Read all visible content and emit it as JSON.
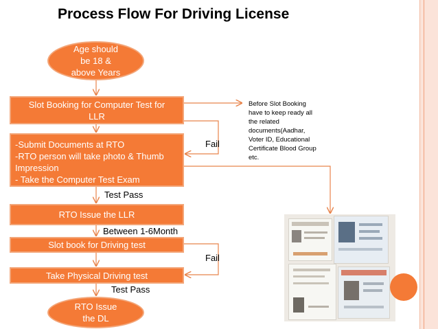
{
  "title": "Process Flow For Driving License",
  "start": [
    "Age should",
    "be 18 &",
    "above Years"
  ],
  "steps": {
    "slot_booking": [
      "Slot Booking for Computer Test for",
      "LLR"
    ],
    "submit": [
      "-Submit Documents at RTO",
      "-RTO person will take photo & Thumb",
      "Impression",
      "- Take the Computer Test Exam"
    ],
    "rto_issue_llr": "RTO Issue the LLR",
    "slot_driving": "Slot book for Driving test",
    "physical_test": "Take Physical Driving test"
  },
  "end": [
    "RTO Issue",
    "the DL"
  ],
  "labels": {
    "test_pass_1": "Test Pass",
    "between": "Between 1-6Month",
    "fail_1": "Fail",
    "fail_2": "Fail",
    "test_pass_2": "Test Pass"
  },
  "note": [
    "Before Slot Booking",
    "have to keep ready all",
    "the related",
    "documents(Aadhar,",
    "Voter ID, Educational",
    "Certificate Blood Group",
    "etc."
  ],
  "colors": {
    "box_fill": "#f47a36",
    "box_border": "#f3a679",
    "arrow": "#e8834a"
  }
}
